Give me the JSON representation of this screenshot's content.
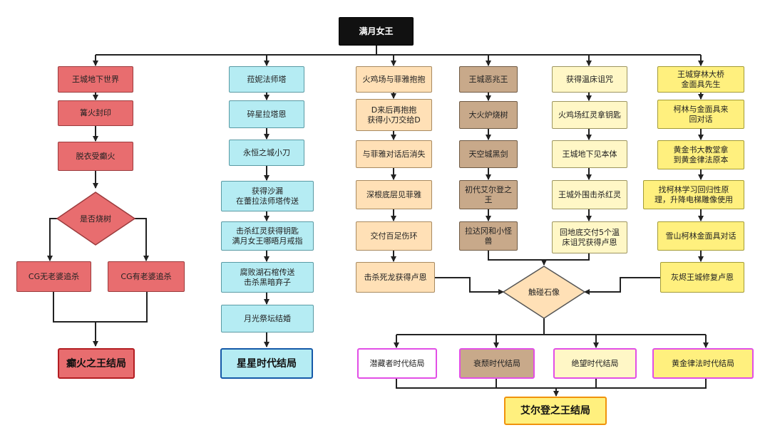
{
  "title": "满月女王",
  "col1": {
    "steps": [
      "王城地下世界",
      "篝火封印",
      "脱衣受癫火"
    ],
    "decision": "是否烧树",
    "branches": [
      "CG无老婆追杀",
      "CG有老婆追杀"
    ],
    "ending": "癫火之王结局"
  },
  "col2": {
    "steps": [
      "菈妮法师塔",
      "碎星拉塔恩",
      "永恒之城小刀",
      "获得沙漏\n在蕾拉法师塔传送",
      "击杀红灵获得钥匙\n满月女王哪晤月戒指",
      "腐败湖石棺传送\n击杀黑暗弃子",
      "月光祭坛结婚"
    ],
    "ending": "星星时代结局"
  },
  "col3": {
    "steps": [
      "火鸡场与菲雅抱抱",
      "D来后再抱抱\n获得小刀交给D",
      "与菲雅对话后消失",
      "深根底层见菲雅",
      "交付百足伤环",
      "击杀死龙获得卢恩"
    ]
  },
  "col4": {
    "steps": [
      "王城恶兆王",
      "大火炉烧树",
      "天空城黑剑",
      "初代艾尔登之王",
      "拉达冈和小怪兽"
    ]
  },
  "col5": {
    "steps": [
      "获得温床诅咒",
      "火鸡场红灵拿钥匙",
      "王城地下见本体",
      "王城外围击杀红灵",
      "回地底交付5个温\n床诅咒获得卢恩"
    ]
  },
  "col6": {
    "steps": [
      "王城穿林大桥\n金面具先生",
      "柯林与金面具来\n回对话",
      "黄金书大教堂拿\n到黄金律法原本",
      "找柯林学习回归性原\n理，升降电梯雕像使用",
      "雪山柯林金面具对话",
      "灰烬王城修复卢恩"
    ]
  },
  "hub": "触碰石像",
  "endings": [
    "潜藏者时代结局",
    "衰颓时代结局",
    "绝望时代结局",
    "黄金律法时代结局"
  ],
  "final_ending": "艾尔登之王结局",
  "colors": {
    "red": "#e86d6f",
    "cyan": "#b5ecf3",
    "peach": "#ffe0b6",
    "tan": "#c8a98a",
    "light_yellow": "#fff7c6",
    "yellow": "#fff07e",
    "title_bg": "#111111",
    "magenta": "#e24ee6",
    "orange_border": "#f0920c",
    "blue_border": "#1559a8",
    "dark_red_border": "#b31d22"
  }
}
